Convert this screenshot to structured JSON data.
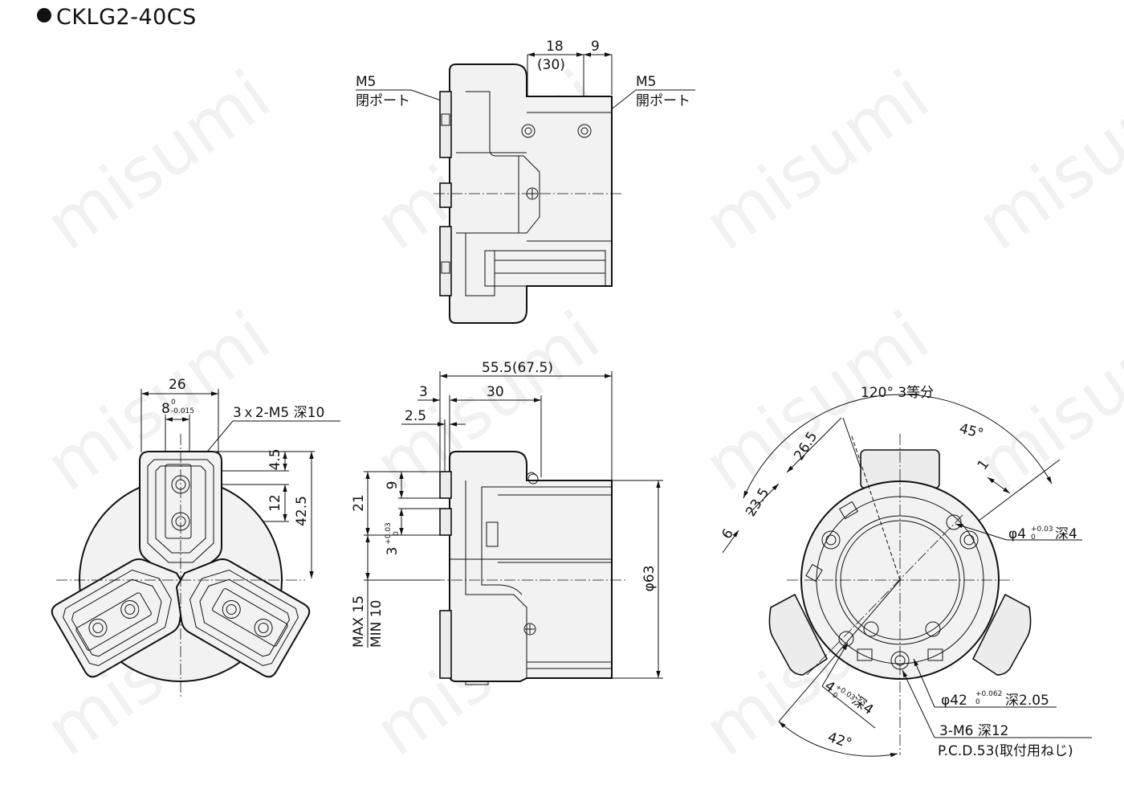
{
  "title": "CKLG2-40CS",
  "watermark": "misumi",
  "top_view": {
    "dim_18": "18",
    "dim_30": "(30)",
    "dim_9": "9",
    "port_left_size": "M5",
    "port_left_name": "閉ポート",
    "port_right_size": "M5",
    "port_right_name": "開ポート"
  },
  "front_view": {
    "dim_26": "26",
    "dim_8": "8",
    "dim_8_upper": "0",
    "dim_8_lower": "-0.015",
    "holes": "3ｘ2-M5 深10",
    "dim_4_5": "4.5",
    "dim_12": "12",
    "dim_42_5": "42.5"
  },
  "side_view": {
    "dim_55_5": "55.5(67.5)",
    "dim_3": "3",
    "dim_30": "30",
    "dim_2_5": "2.5",
    "dim_9": "9",
    "dim_21": "21",
    "dim_3b": "3",
    "dim_3b_upper": "+0.03",
    "dim_3b_lower": "0",
    "stroke_max": "MAX 15",
    "stroke_min": "MIN 10",
    "dia_63": "φ63"
  },
  "bottom_view": {
    "angle_120": "120° 3等分",
    "angle_45": "45°",
    "dim_26_5": "26.5",
    "dim_23_5": "23.5",
    "dim_6": "6",
    "dim_1": "1",
    "pin_hole": "φ4",
    "pin_hole_upper": "+0.03",
    "pin_hole_lower": "0",
    "pin_hole_depth": "深4",
    "pin_hole2": "4",
    "pin_hole2_upper": "+0.03",
    "pin_hole2_lower": "0",
    "pin_hole2_depth": "深4",
    "recess": "φ42",
    "recess_upper": "+0.062",
    "recess_lower": "0",
    "recess_depth": "深2.05",
    "mount_holes": "3-M6 深12",
    "pcd": "P.C.D.53(取付用ねじ)",
    "angle_42": "42°"
  }
}
